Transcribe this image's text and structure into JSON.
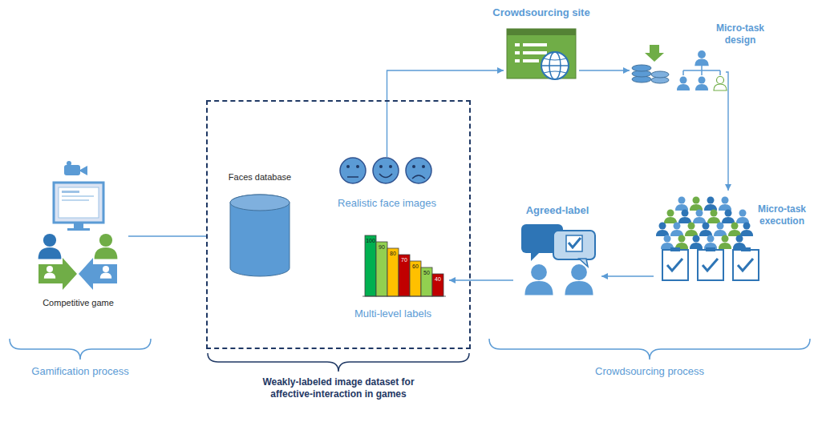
{
  "diagram": {
    "nodes": [
      {
        "text": [
          "Competitive game"
        ]
      },
      {
        "text": [
          "Weakly-labeled image dataset for affective-interaction in games"
        ]
      },
      {
        "text": [
          "Faces database"
        ],
        "in": 1
      },
      {
        "text": [
          "Realistic face images"
        ],
        "in": 1
      },
      {
        "text": [
          "Multi-level labels"
        ],
        "in": 1
      },
      {
        "text": [
          "Crowdsourcing site"
        ]
      },
      {
        "text": [
          "Micro-task design"
        ]
      },
      {
        "text": [
          "Micro-task execution"
        ]
      },
      {
        "text": [
          "Agreed-label"
        ]
      }
    ],
    "edges": [
      {
        "from": 0,
        "to": 1,
        "arrow": "none"
      },
      {
        "from": 3,
        "to": 5,
        "arrow": "to"
      },
      {
        "from": 5,
        "to": 6,
        "arrow": "to"
      },
      {
        "from": 6,
        "to": 7,
        "arrow": "to"
      },
      {
        "from": 7,
        "to": 8,
        "arrow": "to"
      },
      {
        "from": 8,
        "to": 4,
        "arrow": "to"
      }
    ],
    "labels": [
      "Gamification process",
      "Crowdsourcing process",
      "100",
      "90",
      "80",
      "70",
      "60",
      "50",
      "40"
    ]
  }
}
